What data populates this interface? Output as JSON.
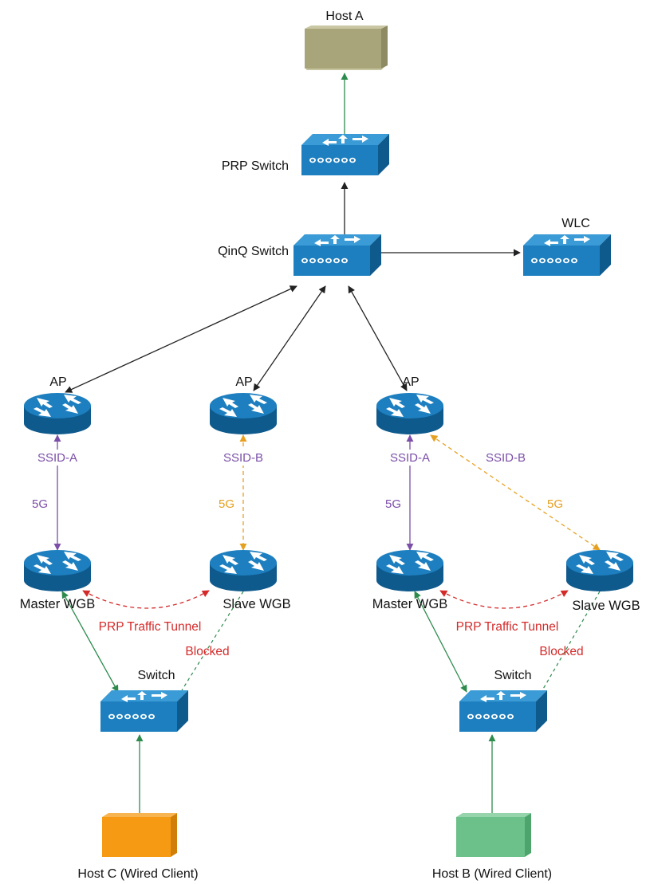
{
  "colors": {
    "device_blue": "#1d7fbf",
    "device_dark": "#0f5a8c",
    "link_black": "#222222",
    "link_green": "#2e8b4e",
    "link_purple": "#7b4fa8",
    "link_orange": "#e5a01f",
    "link_red": "#d42a2a",
    "host_a": "#a8a57a",
    "host_b": "#6cc08a",
    "host_c": "#f59a12"
  },
  "nodes": {
    "host_a": {
      "label": "Host A",
      "icon": "host-box"
    },
    "prp_switch": {
      "label": "PRP Switch",
      "icon": "switch"
    },
    "qinq_switch": {
      "label": "QinQ Switch",
      "icon": "switch"
    },
    "wlc": {
      "label": "WLC",
      "icon": "switch"
    },
    "ap_1": {
      "label": "AP",
      "icon": "router"
    },
    "ap_2": {
      "label": "AP",
      "icon": "router"
    },
    "ap_3": {
      "label": "AP",
      "icon": "router"
    },
    "master_wgb_left": {
      "label": "Master WGB",
      "icon": "router"
    },
    "slave_wgb_left": {
      "label": "Slave WGB",
      "icon": "router"
    },
    "master_wgb_right": {
      "label": "Master WGB",
      "icon": "router"
    },
    "slave_wgb_right": {
      "label": "Slave WGB",
      "icon": "router"
    },
    "switch_left": {
      "label": "Switch",
      "icon": "switch"
    },
    "switch_right": {
      "label": "Switch",
      "icon": "switch"
    },
    "host_c": {
      "label": "Host C (Wired Client)",
      "icon": "host-box"
    },
    "host_b": {
      "label": "Host B (Wired Client)",
      "icon": "host-box"
    }
  },
  "link_labels": {
    "ssid_a_left": "SSID-A",
    "g5_left": "5G",
    "ssid_b_mid": "SSID-B",
    "g5_mid": "5G",
    "ssid_a_right": "SSID-A",
    "g5_right": "5G",
    "ssid_b_right": "SSID-B",
    "g5_diag": "5G",
    "prp_tunnel_left": "PRP Traffic Tunnel",
    "blocked_left": "Blocked",
    "prp_tunnel_right": "PRP Traffic Tunnel",
    "blocked_right": "Blocked"
  }
}
